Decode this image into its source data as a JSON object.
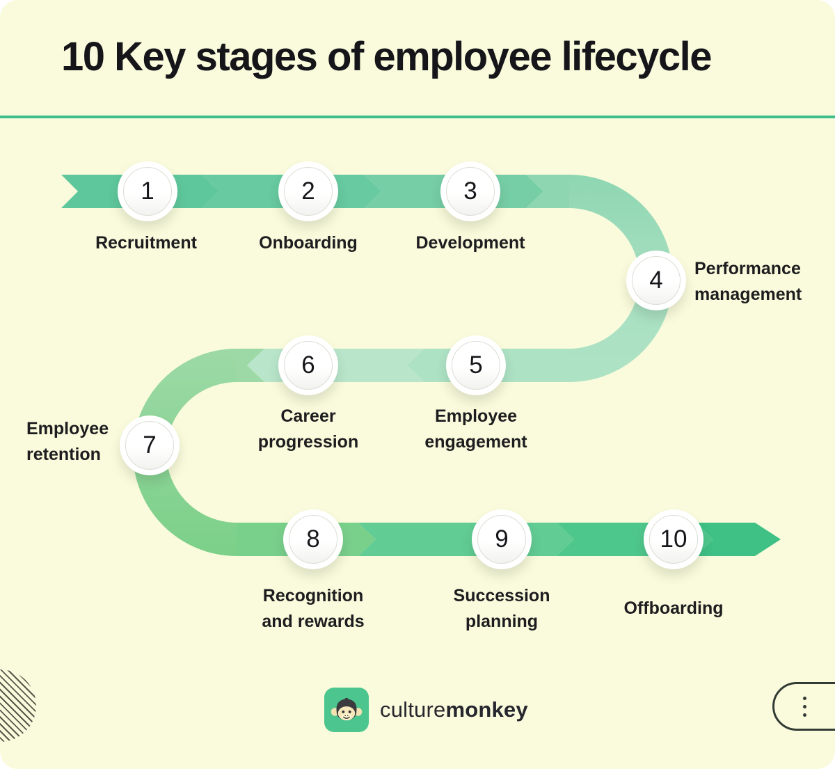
{
  "title": "10 Key stages of employee lifecycle",
  "stages": [
    {
      "number": "1",
      "label": "Recruitment"
    },
    {
      "number": "2",
      "label": "Onboarding"
    },
    {
      "number": "3",
      "label": "Development"
    },
    {
      "number": "4",
      "label": "Performance\nmanagement"
    },
    {
      "number": "5",
      "label": "Employee\nengagement"
    },
    {
      "number": "6",
      "label": "Career\nprogression"
    },
    {
      "number": "7",
      "label": "Employee\nretention"
    },
    {
      "number": "8",
      "label": "Recognition\nand rewards"
    },
    {
      "number": "9",
      "label": "Succession\nplanning"
    },
    {
      "number": "10",
      "label": "Offboarding"
    }
  ],
  "footer": {
    "brand_prefix": "culture",
    "brand_suffix": "monkey",
    "logo_icon": "monkey-icon",
    "menu_icon": "vertical-ellipsis-icon"
  },
  "palette": {
    "background": "#fafbdc",
    "divider": "#3dbd8a",
    "text": "#1d1d1f",
    "logo_green": "#4cc58f",
    "row1": [
      "#5ec79b",
      "#67caa0",
      "#76cea6",
      "#8ed6b2"
    ],
    "arc_right": [
      "#8ed6b2",
      "#a9e0c2",
      "#aee2c4"
    ],
    "row2": [
      "#aee2c4",
      "#b9e6cb",
      "#9dd9a6"
    ],
    "arc_left": [
      "#9dd9a6",
      "#7bd088"
    ],
    "row3": [
      "#79d08b",
      "#61cc94",
      "#4ec78c",
      "#3fc085"
    ]
  }
}
